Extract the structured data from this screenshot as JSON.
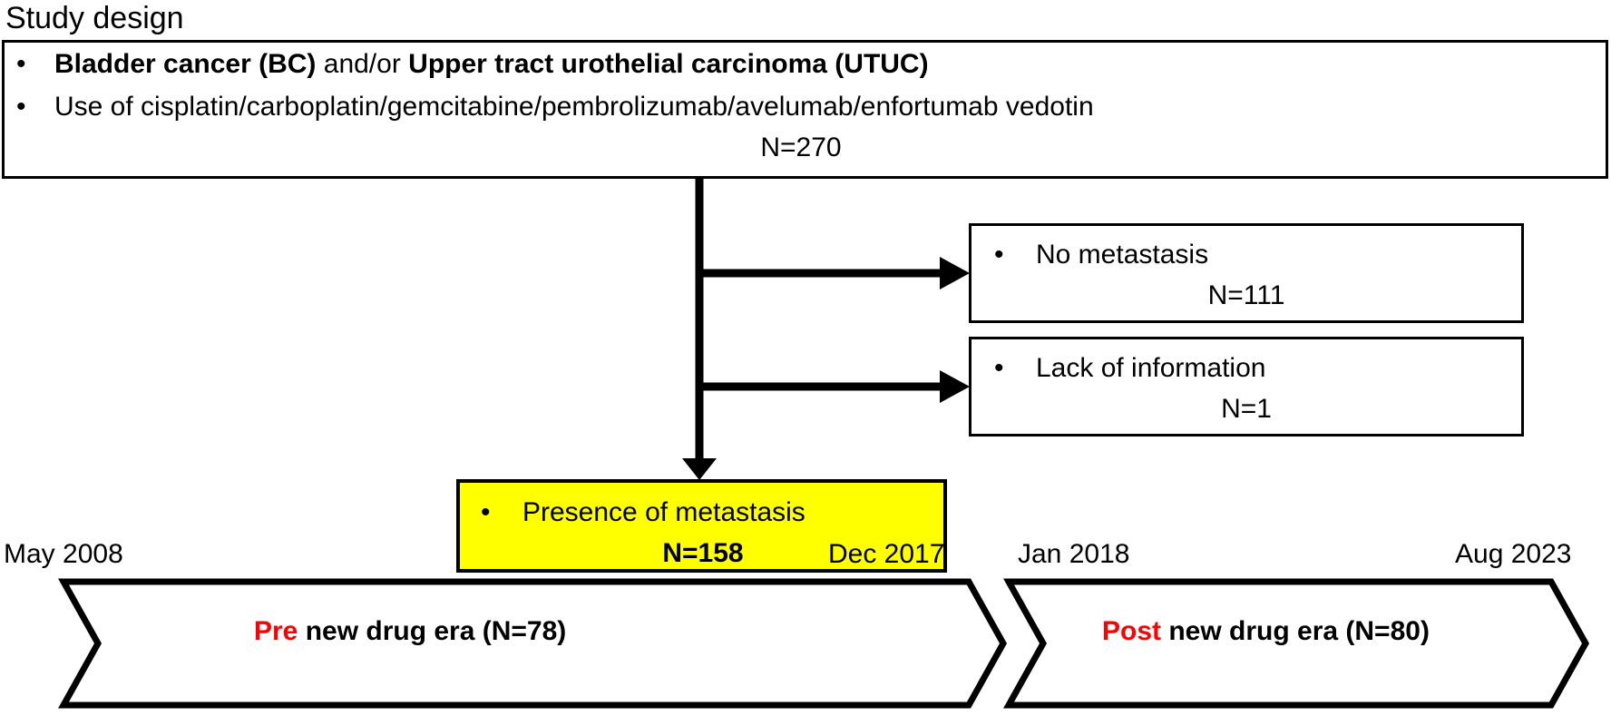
{
  "page": {
    "title": "Study design",
    "background": "#ffffff",
    "accent_highlight": "#ffff00",
    "accent_red": "#ff0000"
  },
  "cohort_box": {
    "bullet_glyph": "•",
    "bullets": [
      {
        "segments": [
          {
            "text": "Bladder cancer (BC)",
            "bold": true
          },
          {
            "text": " and/or ",
            "bold": false
          },
          {
            "text": "Upper tract urothelial carcinoma (UTUC)",
            "bold": true
          }
        ]
      },
      {
        "segments": [
          {
            "text": "Use of cisplatin/carboplatin/gemcitabine/pembrolizumab/avelumab/enfortumab vedotin",
            "bold": false
          }
        ]
      }
    ],
    "count_label": "N=270"
  },
  "excluded_boxes": [
    {
      "name": "no-metastasis",
      "bullet_glyph": "•",
      "label": "No metastasis",
      "count_label": "N=111"
    },
    {
      "name": "lack-of-information",
      "bullet_glyph": "•",
      "label": "Lack of information",
      "count_label": "N=1"
    }
  ],
  "included_box": {
    "name": "presence-of-metastasis",
    "bullet_glyph": "•",
    "label": "Presence of metastasis",
    "count_label": "N=158",
    "fill_color": "#ffff00"
  },
  "timeline": {
    "segments": [
      {
        "name": "pre-new-drug-era",
        "start_label": "May 2008",
        "end_label": "Dec 2017",
        "keyword": "Pre",
        "rest": " new drug era (N=78)"
      },
      {
        "name": "post-new-drug-era",
        "start_label": "Jan 2018",
        "end_label": "Aug 2023",
        "keyword": "Post",
        "rest": " new drug era (N=80)"
      }
    ]
  },
  "chart_data": {
    "type": "diagram",
    "title": "Study design",
    "flow": {
      "root": {
        "label": "Bladder cancer (BC) and/or Upper tract urothelial carcinoma (UTUC); Use of cisplatin/carboplatin/gemcitabine/pembrolizumab/avelumab/enfortumab vedotin",
        "n": 270
      },
      "excluded": [
        {
          "label": "No metastasis",
          "n": 111
        },
        {
          "label": "Lack of information",
          "n": 1
        }
      ],
      "included": {
        "label": "Presence of metastasis",
        "n": 158
      }
    },
    "eras": [
      {
        "label": "Pre new drug era",
        "n": 78,
        "from": "May 2008",
        "to": "Dec 2017"
      },
      {
        "label": "Post new drug era",
        "n": 80,
        "from": "Jan 2018",
        "to": "Aug 2023"
      }
    ]
  }
}
